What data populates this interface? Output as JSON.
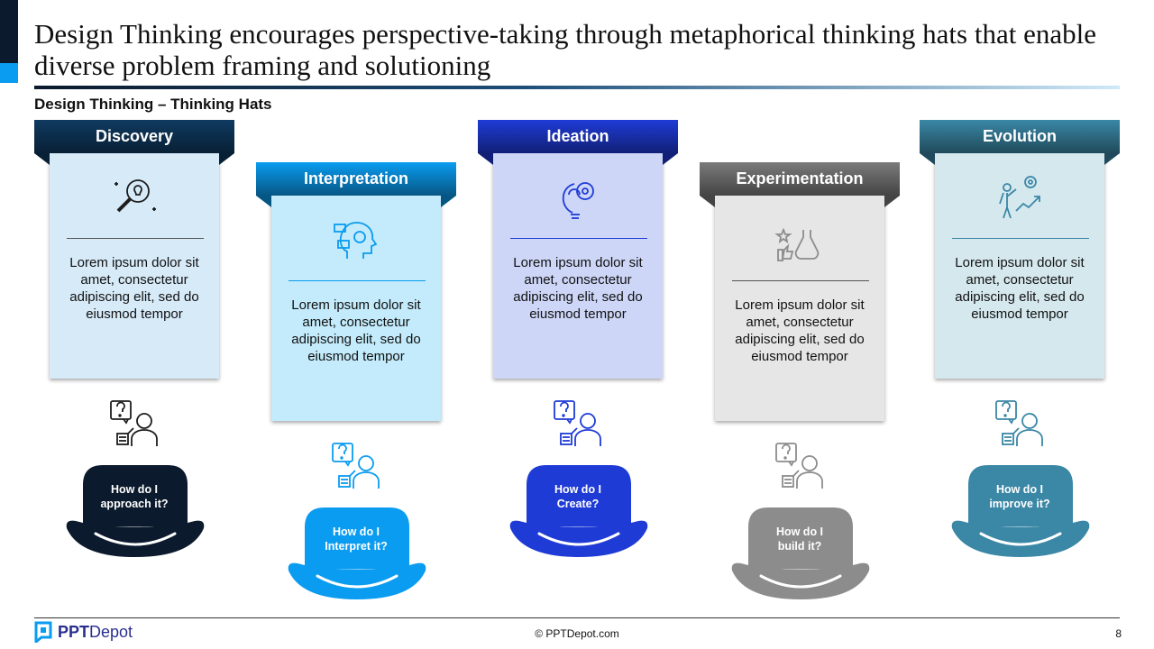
{
  "header": {
    "title": "Design Thinking encourages perspective-taking through metaphorical thinking hats that enable diverse problem framing and solutioning",
    "subtitle": "Design Thinking – Thinking Hats"
  },
  "hats": [
    {
      "banner": "Discovery",
      "icon": "search-bulb-icon",
      "text": "Lorem ipsum dolor sit amet, consectetur adipiscing elit, sed do eiusmod tempor",
      "question_line1": "How do I",
      "question_line2": "approach it?",
      "banner_color": "#0f3a60",
      "card_color": "#d6eaf8",
      "hat_color": "#0b1a2c",
      "icon_color": "#1d1d1d"
    },
    {
      "banner": "Interpretation",
      "icon": "head-gear-icon",
      "text": "Lorem ipsum dolor sit amet, consectetur adipiscing elit, sed do eiusmod tempor",
      "question_line1": "How do I",
      "question_line2": "Interpret it?",
      "banner_color": "#0a9cf0",
      "card_color": "#c3ebfb",
      "hat_color": "#0a9cf0",
      "icon_color": "#0a9cf0"
    },
    {
      "banner": "Ideation",
      "icon": "bulb-gear-icon",
      "text": "Lorem ipsum dolor sit amet, consectetur adipiscing elit, sed do eiusmod tempor",
      "question_line1": "How do I",
      "question_line2": "Create?",
      "banner_color": "#1f3bd6",
      "card_color": "#cdd6f7",
      "hat_color": "#1f3bd6",
      "icon_color": "#1f3bd6"
    },
    {
      "banner": "Experimentation",
      "icon": "flask-thumbs-icon",
      "text": "Lorem ipsum dolor sit amet, consectetur adipiscing elit, sed do eiusmod tempor",
      "question_line1": "How do I",
      "question_line2": "build it?",
      "banner_color": "#7b7b7b",
      "card_color": "#e6e6e6",
      "hat_color": "#8c8c8c",
      "icon_color": "#8c8c8c"
    },
    {
      "banner": "Evolution",
      "icon": "growth-person-icon",
      "text": "Lorem ipsum dolor sit amet, consectetur adipiscing elit, sed do eiusmod tempor",
      "question_line1": "How do I",
      "question_line2": "improve it?",
      "banner_color": "#3a87a6",
      "card_color": "#d5e8ee",
      "hat_color": "#3a87a6",
      "icon_color": "#3a87a6"
    }
  ],
  "footer": {
    "logo_bold": "PPT",
    "logo_rest": "Depot",
    "copyright": "© PPTDepot.com",
    "page_number": "8"
  }
}
